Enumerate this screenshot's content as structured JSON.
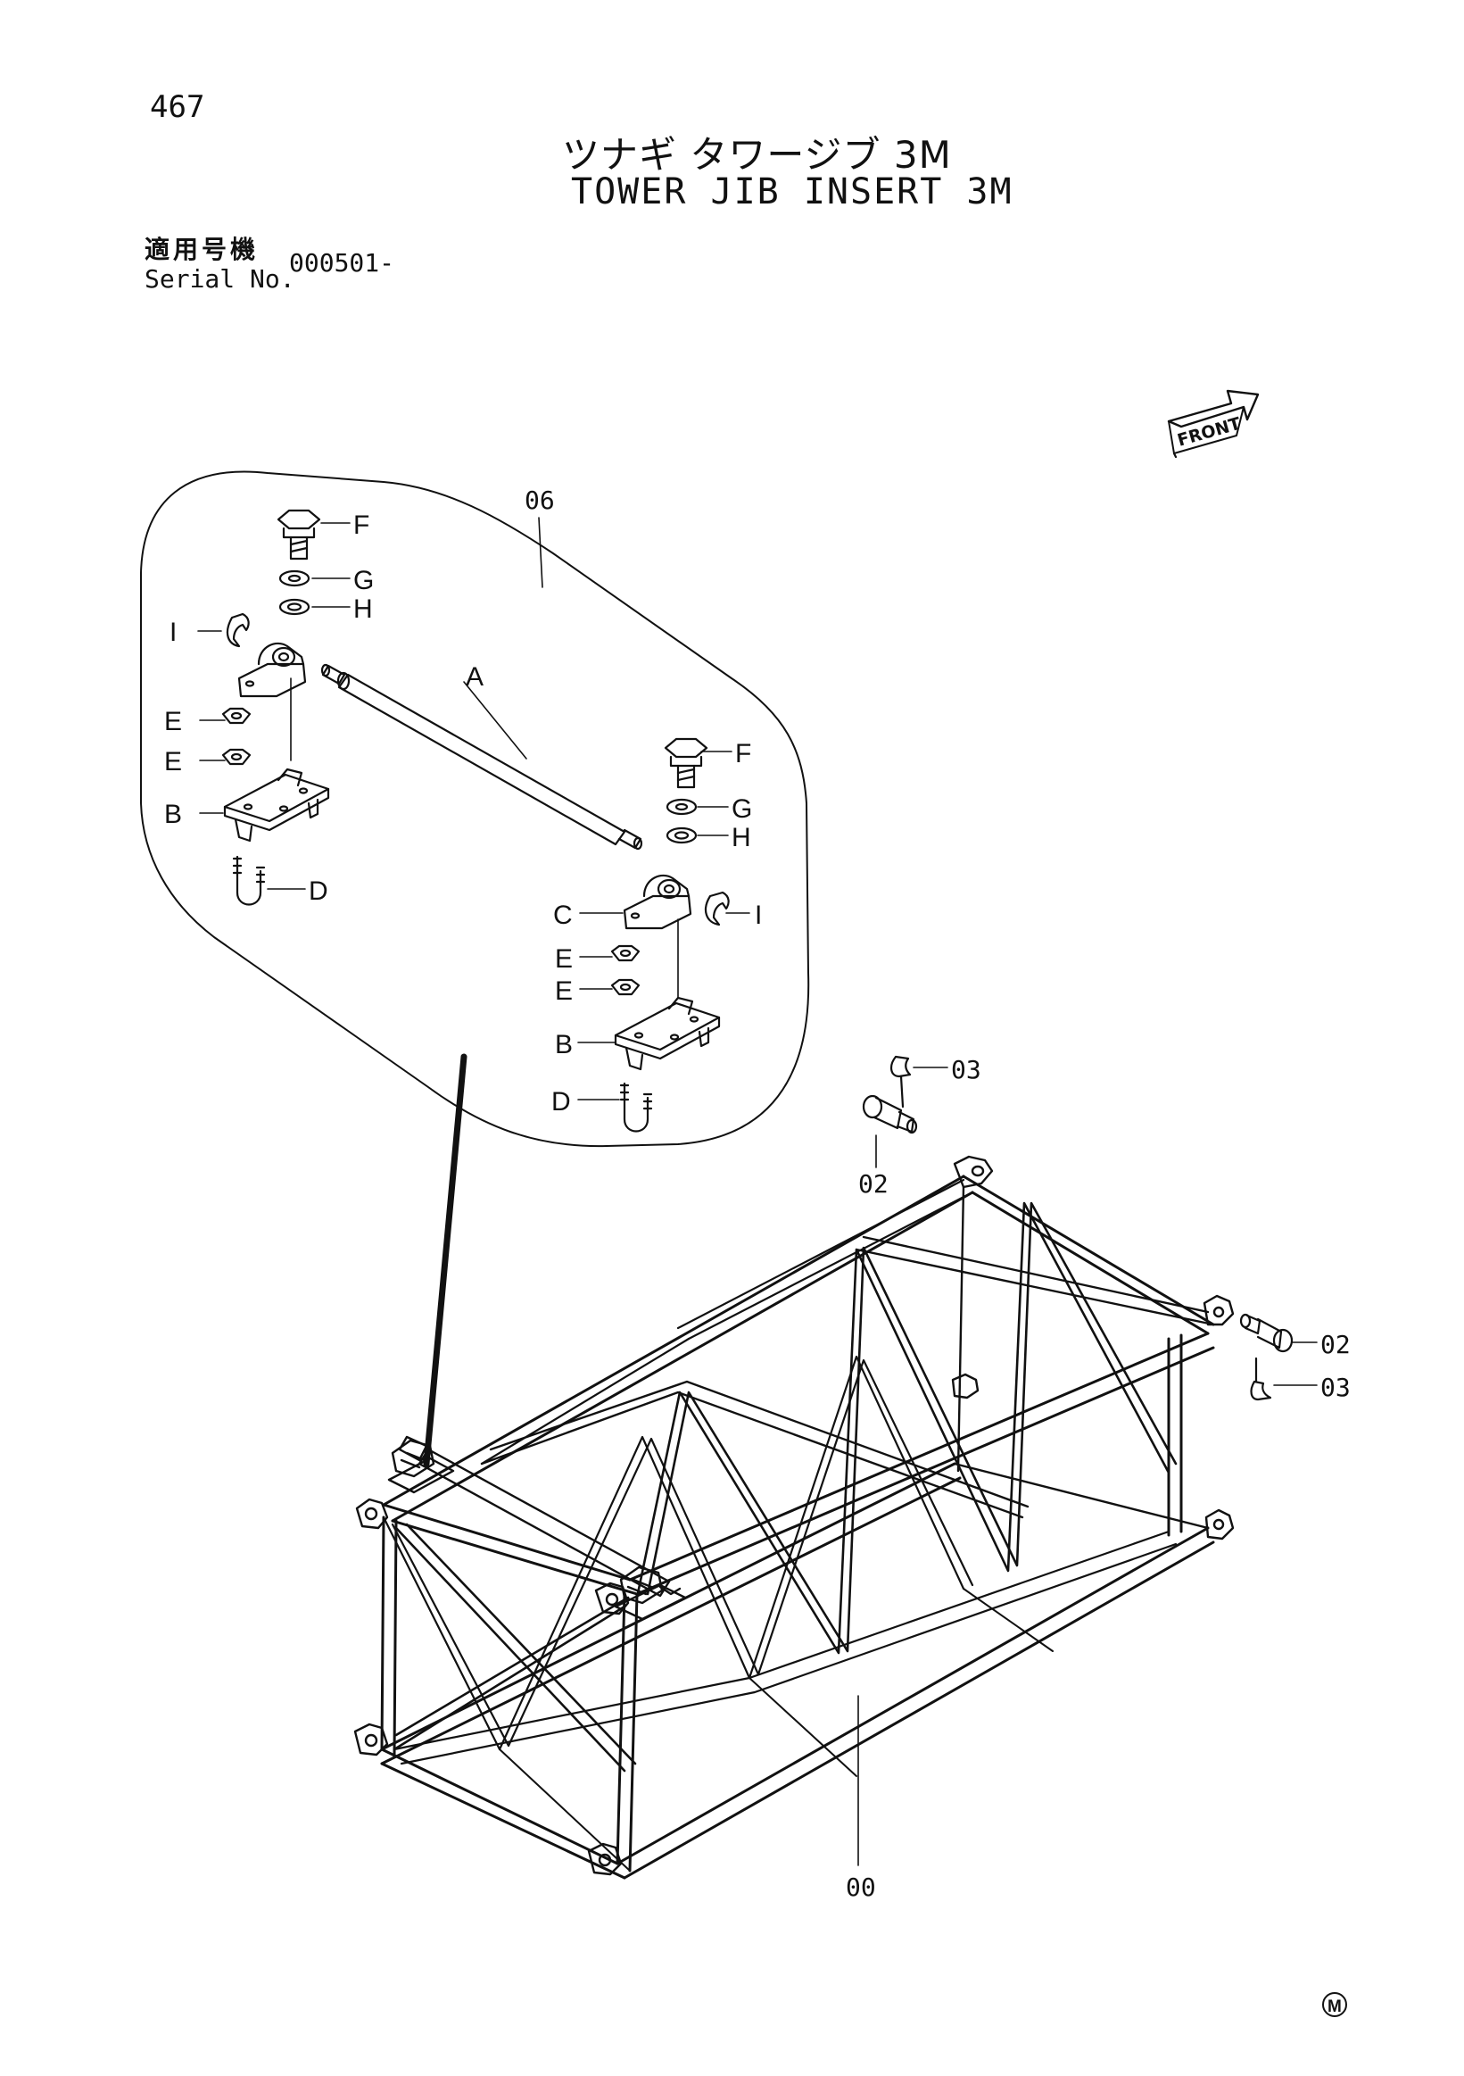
{
  "page": {
    "number": "467",
    "title_ja": "ツナギ タワージブ 3M",
    "title_en": "TOWER JIB INSERT 3M",
    "serial_label_ja": "適用号機",
    "serial_label_en": "Serial No.",
    "serial_value": "000501-",
    "front_marker": "FRONT",
    "corner_mark": "M"
  },
  "callouts": {
    "detail": "06",
    "frame": "00",
    "pin_top": "02",
    "clip_top": "03",
    "pin_right": "02",
    "clip_right": "03",
    "shaft": "A",
    "left_F": "F",
    "left_G": "G",
    "left_H": "H",
    "left_I": "I",
    "left_E1": "E",
    "left_E2": "E",
    "left_B": "B",
    "left_D": "D",
    "right_F": "F",
    "right_G": "G",
    "right_H": "H",
    "right_C": "C",
    "right_I": "I",
    "right_E1": "E",
    "right_E2": "E",
    "right_B": "B",
    "right_D": "D"
  }
}
